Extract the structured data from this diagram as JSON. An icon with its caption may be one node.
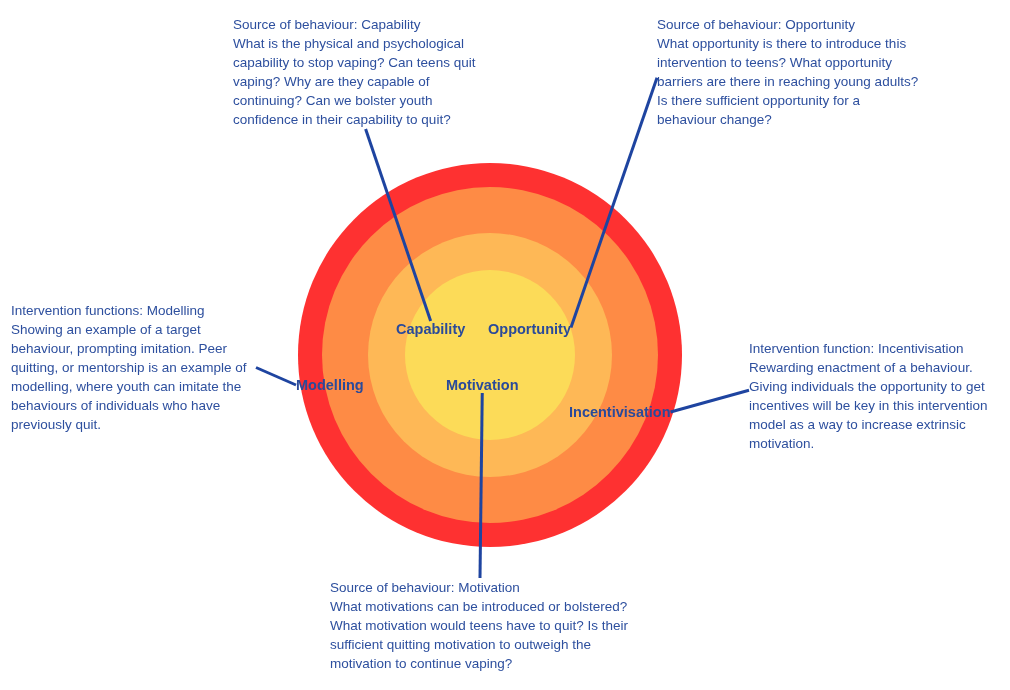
{
  "diagram": {
    "nodes": [
      {
        "text": [
          "Source of behaviour: Capability",
          "What is the physical and psychological capability to stop vaping? Can teens quit vaping? Why are they capable of continuing? Can we bolster youth confidence in their capability to quit?"
        ]
      },
      {
        "text": [
          "Source of behaviour: Opportunity",
          "What opportunity is there to introduce this intervention to teens? What opportunity barriers are there in reaching young adults? Is there sufficient opportunity for a behaviour change?"
        ]
      },
      {
        "text": [
          "Intervention functions: Modelling",
          "Showing an example of a target behaviour, prompting imitation. Peer quitting, or mentorship is an example of modelling, where youth can imitate the behaviours of individuals who have previously quit."
        ]
      },
      {
        "text": [
          "Intervention function: Incentivisation",
          "Rewarding enactment of a behaviour. Giving individuals the opportunity to get incentives will be key in this intervention model as a way to increase extrinsic motivation."
        ]
      },
      {
        "text": [
          "Source of behaviour: Motivation",
          "What motivations can be introduced or bolstered? What motivation would teens have to quit? Is their sufficient quitting motivation to outweigh the motivation to continue vaping?"
        ]
      },
      {
        "text": [
          "Capability"
        ]
      },
      {
        "text": [
          "Opportunity"
        ]
      },
      {
        "text": [
          "Modelling"
        ]
      },
      {
        "text": [
          "Motivation"
        ]
      },
      {
        "text": [
          "Incentivisation"
        ]
      }
    ],
    "edges": [
      {
        "from": 0,
        "to": 5,
        "arrow": "none"
      },
      {
        "from": 1,
        "to": 6,
        "arrow": "none"
      },
      {
        "from": 2,
        "to": 7,
        "arrow": "none"
      },
      {
        "from": 3,
        "to": 9,
        "arrow": "none"
      },
      {
        "from": 4,
        "to": 8,
        "arrow": "none"
      }
    ]
  }
}
